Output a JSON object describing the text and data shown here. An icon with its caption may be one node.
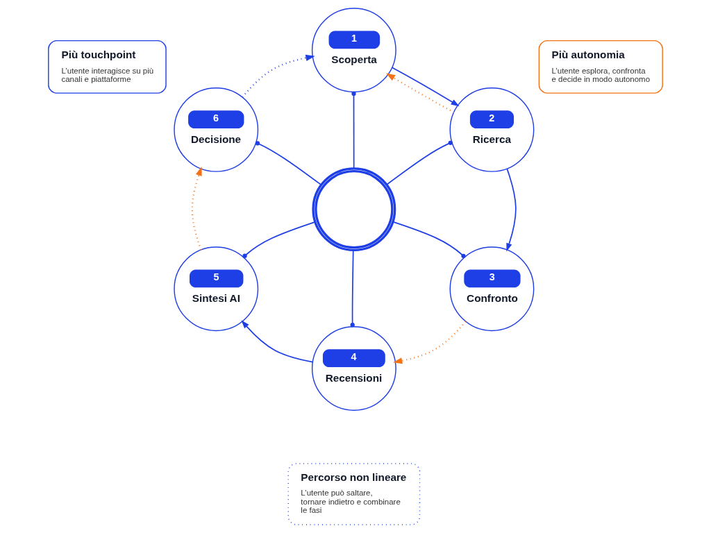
{
  "diagram": {
    "nodes": [
      {
        "text": [],
        "shape": "person"
      },
      {
        "text": [
          "1",
          "Scoperta"
        ]
      },
      {
        "text": [
          "2",
          "Ricerca"
        ]
      },
      {
        "text": [
          "3",
          "Confronto"
        ]
      },
      {
        "text": [
          "4",
          "Recensioni"
        ]
      },
      {
        "text": [
          "5",
          "Sintesi AI"
        ]
      },
      {
        "text": [
          "6",
          "Decisione"
        ]
      },
      {
        "text": [
          "Più touchpoint",
          "L’utente interagisce su più canali e piattaforme"
        ]
      },
      {
        "text": [
          "Più autonomia",
          "L’utente esplora, confronta e decide in modo autonomo"
        ]
      },
      {
        "text": [
          "Percorso non lineare",
          "L’utente può saltare, tornare indietro e combinare le fasi"
        ]
      }
    ],
    "edges": [
      {
        "from": 0,
        "to": 1,
        "arrow": "other"
      },
      {
        "from": 0,
        "to": 2,
        "arrow": "other"
      },
      {
        "from": 0,
        "to": 3,
        "arrow": "other"
      },
      {
        "from": 0,
        "to": 4,
        "arrow": "other"
      },
      {
        "from": 0,
        "to": 5,
        "arrow": "other"
      },
      {
        "from": 0,
        "to": 6,
        "arrow": "other"
      },
      {
        "from": 1,
        "to": 2,
        "arrow": "to"
      },
      {
        "from": 2,
        "to": 1,
        "arrow": "to",
        "style": "dashed",
        "color": "#f47216"
      },
      {
        "from": 2,
        "to": 3,
        "arrow": "to"
      },
      {
        "from": 3,
        "to": 4,
        "arrow": "to",
        "style": "dashed",
        "color": "#f47216"
      },
      {
        "from": 4,
        "to": 5,
        "arrow": "to"
      },
      {
        "from": 5,
        "to": 6,
        "arrow": "to",
        "style": "dashed",
        "color": "#f47216"
      },
      {
        "from": 6,
        "to": 1,
        "arrow": "to",
        "style": "dashed"
      }
    ]
  }
}
